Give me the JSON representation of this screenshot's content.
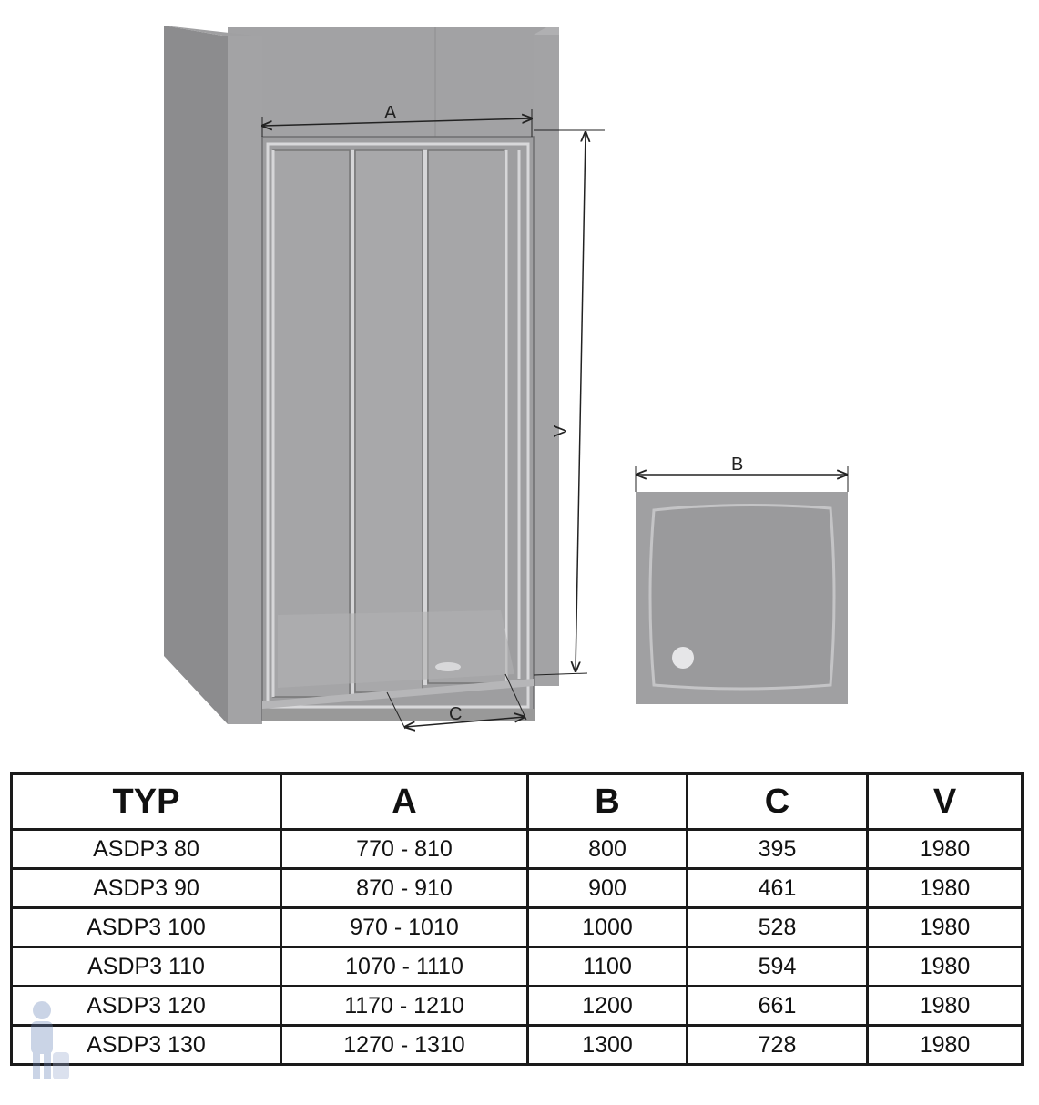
{
  "diagram": {
    "labels": {
      "a": "A",
      "b": "B",
      "c": "C",
      "v": "V"
    },
    "colors": {
      "wall": "#9a9a9c",
      "wall_dark": "#858587",
      "glass": "#a4a4a6",
      "frame": "#c8c8ca",
      "tray": "#a0a0a2",
      "line": "#222222"
    }
  },
  "table": {
    "headers": [
      "TYP",
      "A",
      "B",
      "C",
      "V"
    ],
    "rows": [
      [
        "ASDP3 80",
        "770 - 810",
        "800",
        "395",
        "1980"
      ],
      [
        "ASDP3 90",
        "870 - 910",
        "900",
        "461",
        "1980"
      ],
      [
        "ASDP3 100",
        "970 - 1010",
        "1000",
        "528",
        "1980"
      ],
      [
        "ASDP3 110",
        "1070 - 1110",
        "1100",
        "594",
        "1980"
      ],
      [
        "ASDP3 120",
        "1170 - 1210",
        "1200",
        "661",
        "1980"
      ],
      [
        "ASDP3 130",
        "1270 - 1310",
        "1300",
        "728",
        "1980"
      ]
    ]
  }
}
